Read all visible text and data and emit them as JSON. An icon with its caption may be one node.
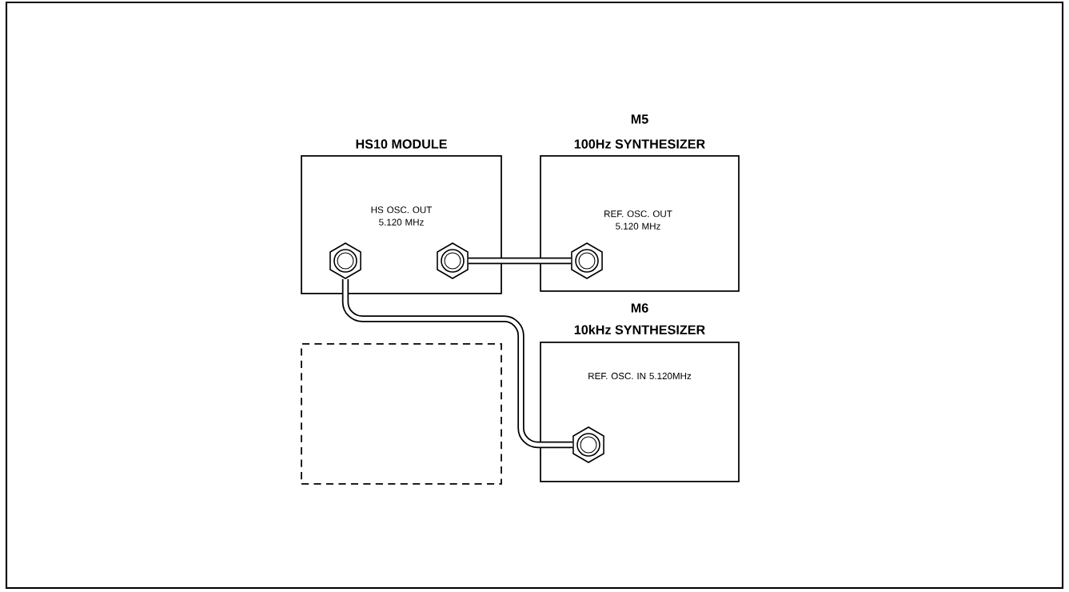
{
  "diagram": {
    "nodes": [
      {
        "text": [
          "HS10 MODULE",
          "HS OSC. OUT 5.120 MHz"
        ]
      },
      {
        "text": [
          "M5",
          "100Hz SYNTHESIZER",
          "REF. OSC. OUT 5.120 MHz"
        ]
      },
      {
        "text": [],
        "shape": "box"
      },
      {
        "text": [
          "M6",
          "10kHz SYNTHESIZER",
          "REF. OSC. IN 5.120MHz"
        ]
      },
      {
        "text": [],
        "shape": "hexagon",
        "in": 0
      },
      {
        "text": [],
        "shape": "hexagon",
        "in": 0
      },
      {
        "text": [],
        "shape": "hexagon",
        "in": 1
      },
      {
        "text": [],
        "shape": "hexagon",
        "in": 3
      }
    ],
    "edges": [
      {
        "from": 5,
        "to": 6,
        "arrow": "none"
      },
      {
        "from": 4,
        "to": 7,
        "arrow": "none"
      }
    ]
  }
}
